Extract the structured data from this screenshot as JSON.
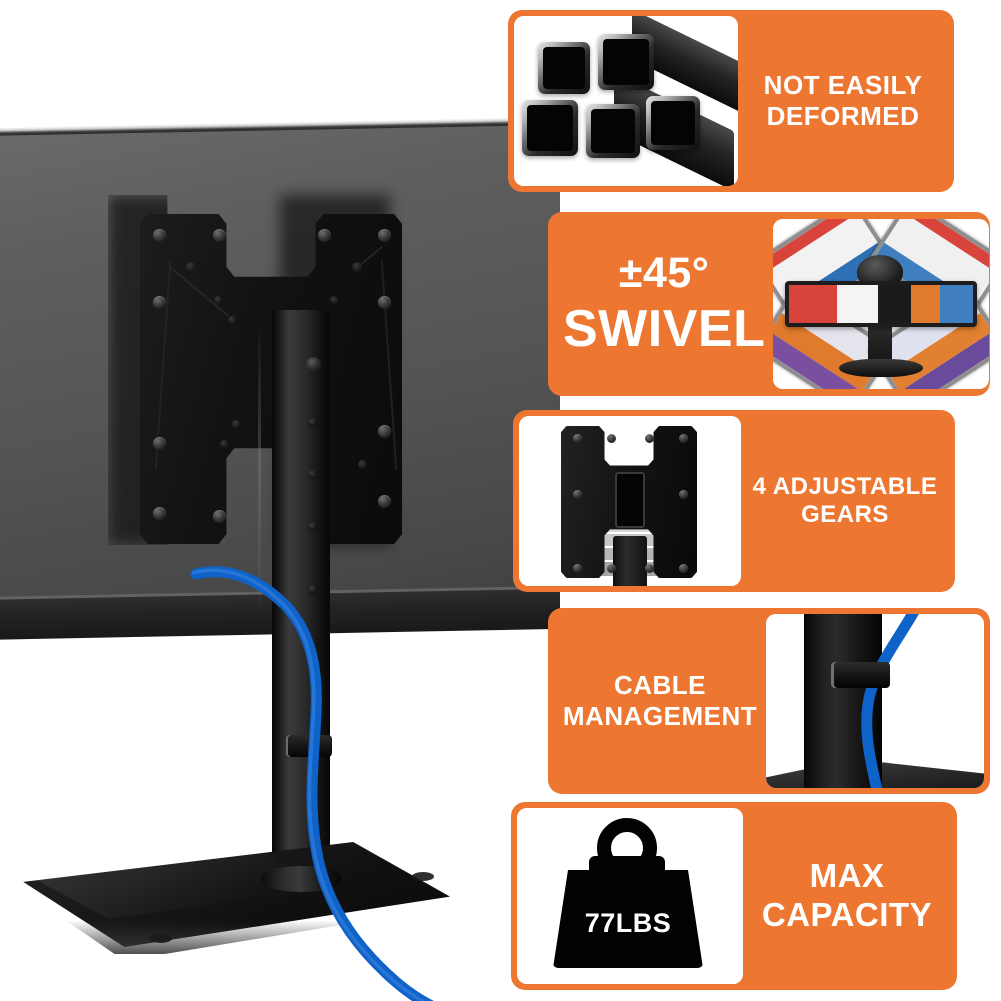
{
  "product": {
    "name": "universal-tv-stand-with-vesa-mount",
    "colors": {
      "accent_orange": "#ED7731",
      "cable_blue": "#0F62C8",
      "hardware_black": "#111111",
      "screen_gray": "#545454"
    },
    "parts": {
      "tv_screen": "tv-panel",
      "vesa_bracket": "vesa-mounting-plate",
      "pole": "height-adjustable-pole",
      "base": "tempered-glass-base-plate",
      "cable_clip": "cable-management-clip",
      "cable": "blue-cable"
    }
  },
  "features": [
    {
      "id": "not-easily-deformed",
      "label": "NOT EASILY\nDEFORMED",
      "label_lines": [
        "NOT EASILY",
        "DEFORMED"
      ],
      "thumb_side": "left",
      "thumb_icon": "steel-square-tubes-photo",
      "style": "filled"
    },
    {
      "id": "swivel",
      "label_primary": "±45°",
      "label_secondary": "SWIVEL",
      "thumb_side": "right",
      "thumb_icon": "swivel-range-monitors-photo",
      "style": "filled"
    },
    {
      "id": "adjustable-gears",
      "label": "4 ADJUSTABLE\nGEARS",
      "label_lines": [
        "4 ADJUSTABLE",
        "GEARS"
      ],
      "thumb_side": "left",
      "thumb_icon": "vesa-bracket-height-gears-photo",
      "style": "filled"
    },
    {
      "id": "cable-management",
      "label": "CABLE\nMANAGEMENT",
      "label_lines": [
        "CABLE",
        "MANAGEMENT"
      ],
      "thumb_side": "right",
      "thumb_icon": "cable-clip-closeup-photo",
      "style": "outlined"
    },
    {
      "id": "max-capacity",
      "label": "MAX\nCAPACITY",
      "label_lines": [
        "MAX",
        "CAPACITY"
      ],
      "thumb_side": "left",
      "thumb_icon": "weight-kettlebell-icon",
      "badge_value": "77LBS",
      "style": "outlined"
    }
  ]
}
